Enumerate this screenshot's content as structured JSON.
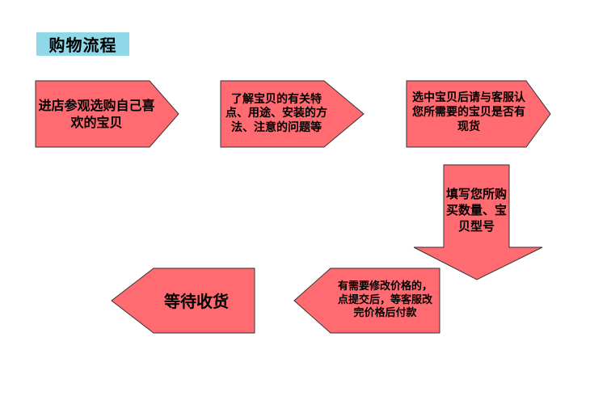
{
  "title": "购物流程",
  "colors": {
    "shape_fill": "#ff6b70",
    "shape_stroke": "#333333",
    "title_bg": "#8fd8e8"
  },
  "steps": [
    {
      "text": "进店参观选购自己喜欢的宝贝"
    },
    {
      "text": "了解宝贝的有关特点、用途、安装的方法、注意的问题等"
    },
    {
      "text": "选中宝贝后请与客服认您所需要的宝贝是否有现货"
    },
    {
      "text": "填写您所购买数量、宝贝型号"
    },
    {
      "text": "有需要修改价格的，点提交后，等客服改完价格后付款"
    },
    {
      "text": "等待收货"
    }
  ]
}
